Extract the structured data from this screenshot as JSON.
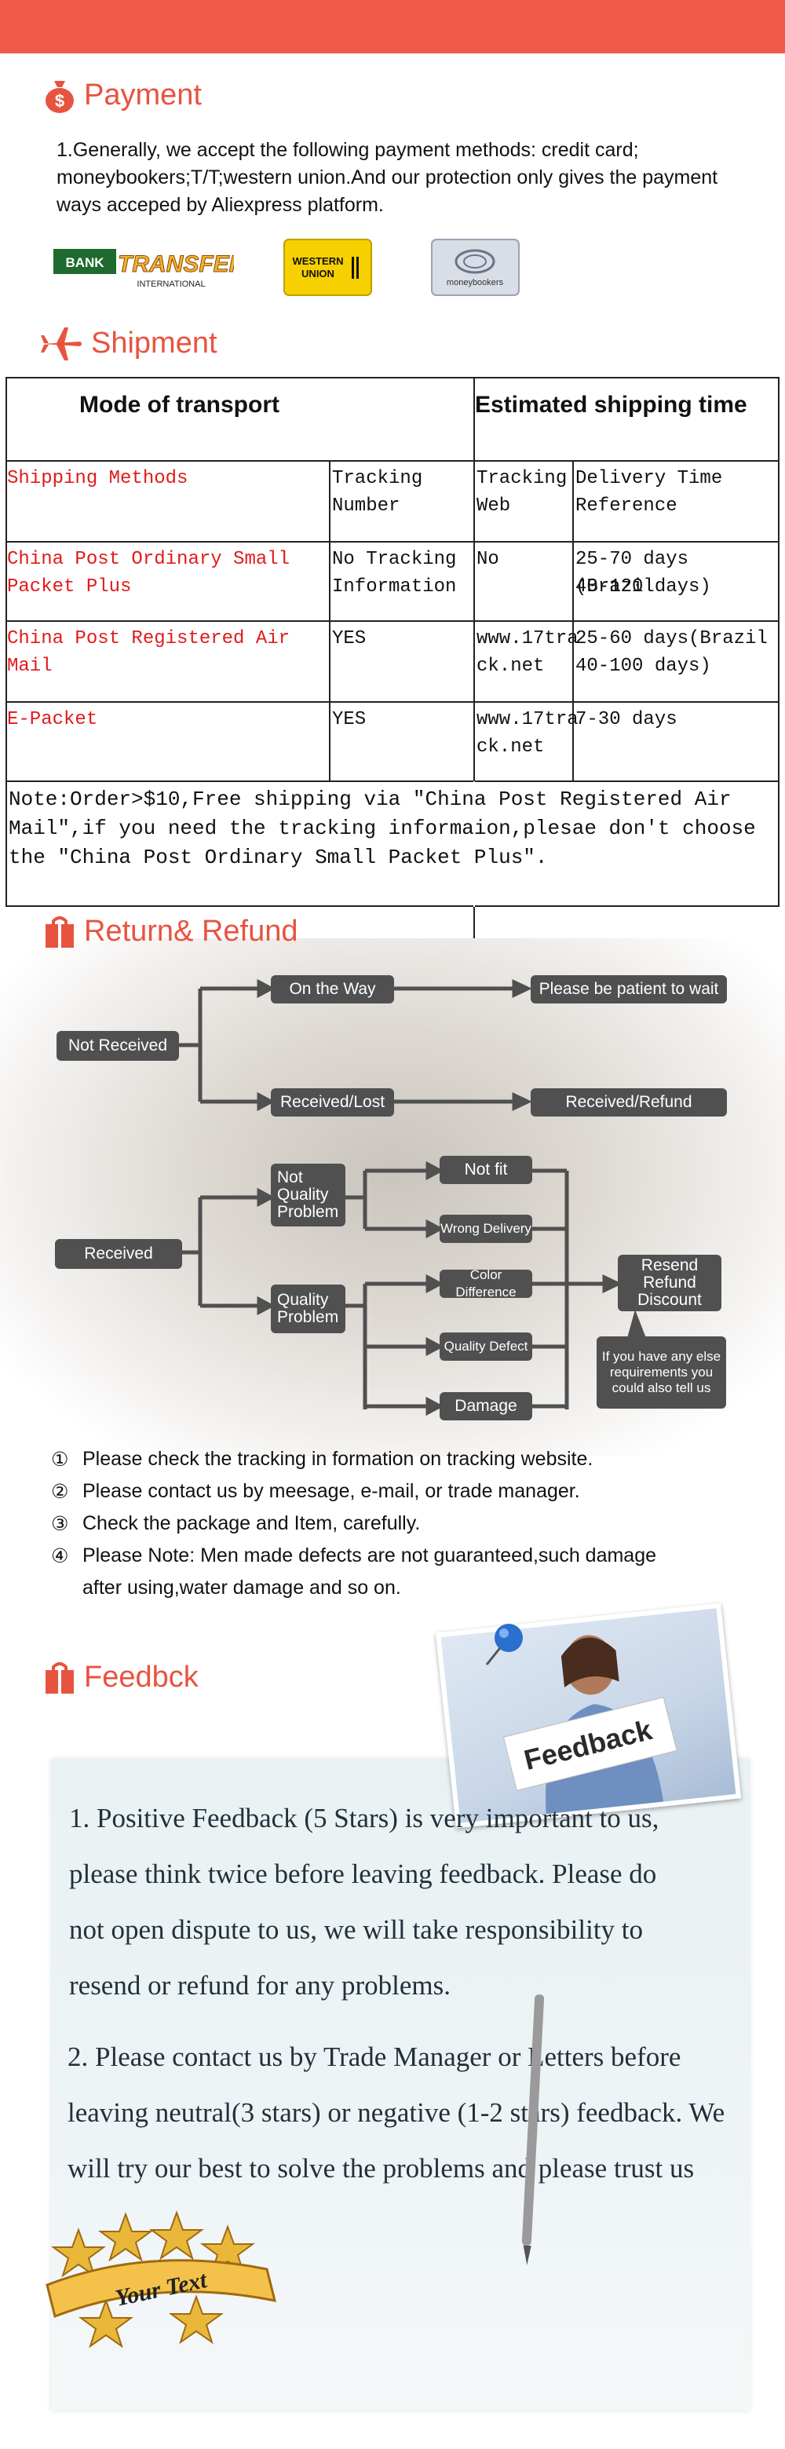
{
  "colors": {
    "accent": "#e8533f",
    "topbar": "#f05a48",
    "box": "#505050",
    "table_red": "#e01b1b"
  },
  "payment": {
    "icon": "money-bag-icon",
    "title": "Payment",
    "text": "1.Generally, we accept the following payment methods: credit card; moneybookers;T/T;western union.And our protection only gives the payment ways acceped by Aliexpress platform.",
    "logos": {
      "bank_transfer": {
        "left": "BANK",
        "right": "TRANSFER",
        "sub": "INTERNATIONAL"
      },
      "western_union": {
        "line1": "WESTERN",
        "line2": "UNION"
      },
      "moneybookers": {
        "label": "moneybookers"
      }
    }
  },
  "shipment": {
    "icon": "airplane-icon",
    "title": "Shipment",
    "header": {
      "mode": "Mode of transport",
      "estimated": "Estimated shipping time"
    },
    "columns": {
      "methods": "Shipping Methods",
      "tracking_number": [
        "Tracking",
        "Number"
      ],
      "tracking_web": [
        "Tracking",
        "Web"
      ],
      "delivery": [
        "Delivery Time",
        "Reference"
      ]
    },
    "rows": [
      {
        "method": [
          "China Post Ordinary Small",
          "Packet Plus"
        ],
        "number": [
          "No Tracking",
          "Information"
        ],
        "web": [
          "No",
          ""
        ],
        "time": [
          "25-70 days (Brazil",
          "40-120 days)"
        ]
      },
      {
        "method": [
          "China Post Registered Air",
          "Mail"
        ],
        "number": [
          "YES",
          ""
        ],
        "web": [
          "www.17tra",
          "ck.net"
        ],
        "time": [
          "25-60  days(Brazil",
          "40-100 days)"
        ]
      },
      {
        "method": [
          "E-Packet",
          ""
        ],
        "number": [
          "YES",
          ""
        ],
        "web": [
          "www.17tra",
          "ck.net"
        ],
        "time": [
          "7-30 days",
          ""
        ]
      }
    ],
    "note": [
      "Note:Order>$10,Free shipping via \"China Post Registered Air",
      "Mail\",if you need the tracking informaion,plesae don't choose",
      "the \"China Post Ordinary Small Packet Plus\"."
    ]
  },
  "refund": {
    "icon": "shopping-bag-icon",
    "title": "Return& Refund",
    "flow": {
      "not_received": "Not Received",
      "on_the_way": "On the Way",
      "be_patient": "Please be patient to wait",
      "received_lost": "Received/Lost",
      "received_refund": "Received/Refund",
      "received": "Received",
      "not_quality": [
        "Not",
        "Quality",
        "Problem"
      ],
      "quality": [
        "Quality",
        "Problem"
      ],
      "not_fit": "Not fit",
      "wrong_delivery": "Wrong Delivery",
      "color_difference": "Color Difference",
      "quality_defect": "Quality Defect",
      "damage": "Damage",
      "resend": [
        "Resend",
        "Refund",
        "Discount"
      ],
      "any_else": [
        "If you have any else",
        "requirements you",
        "could also tell us"
      ]
    },
    "steps": [
      {
        "num": "①",
        "text": "Please check the tracking in formation on tracking website."
      },
      {
        "num": "②",
        "text": "Please contact us by meesage, e-mail, or trade manager."
      },
      {
        "num": "③",
        "text": "Check the package and Item, carefully."
      },
      {
        "num": "④",
        "text": "Please Note: Men made defects  are not guaranteed,such damage",
        "text2": "after using,water damage and so on."
      }
    ]
  },
  "feedback": {
    "icon": "shopping-bag-icon",
    "title": "Feedbck",
    "sign": "Feedback",
    "lines": [
      "1. Positive Feedback (5 Stars) is very important to us,",
      "please think twice before leaving feedback. Please do",
      "not open dispute to us,   we will take responsibility to",
      "resend or refund for any problems.",
      "2. Please contact us by Trade Manager or Letters before",
      "leaving neutral(3 stars) or negative (1-2 stars) feedback. We",
      "will try our best to solve the problems and please trust us"
    ],
    "badge": "Your Text"
  }
}
